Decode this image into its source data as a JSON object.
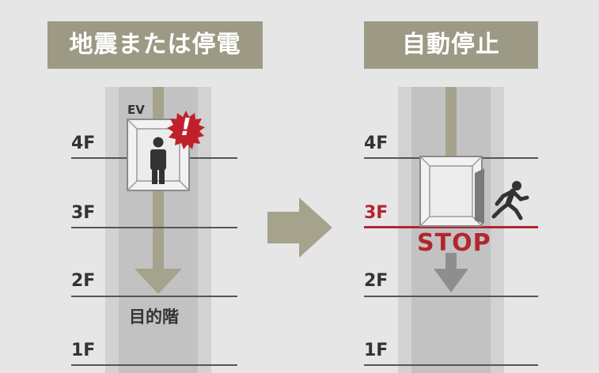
{
  "left_panel": {
    "title": "地震または停電",
    "ev_label": "EV",
    "alert_glyph": "!",
    "destination_label": "目的階",
    "floors": [
      "4F",
      "3F",
      "2F",
      "1F"
    ]
  },
  "right_panel": {
    "title": "自動停止",
    "stop_label": "STOP",
    "floors": [
      "4F",
      "3F",
      "2F",
      "1F"
    ],
    "highlight_floor": "3F"
  },
  "colors": {
    "title_bg": "#9c9a85",
    "shaft_outer": "#d2d2d2",
    "shaft_inner": "#c2c2c2",
    "cable": "#a5a38c",
    "alert": "#c0202a",
    "stop": "#b3252e",
    "person": "#333333",
    "down_arrow_right": "#8e8e8e"
  },
  "icons": [
    "alert-burst-icon",
    "person-icon",
    "running-person-icon",
    "down-arrow-icon",
    "right-arrow-icon"
  ]
}
